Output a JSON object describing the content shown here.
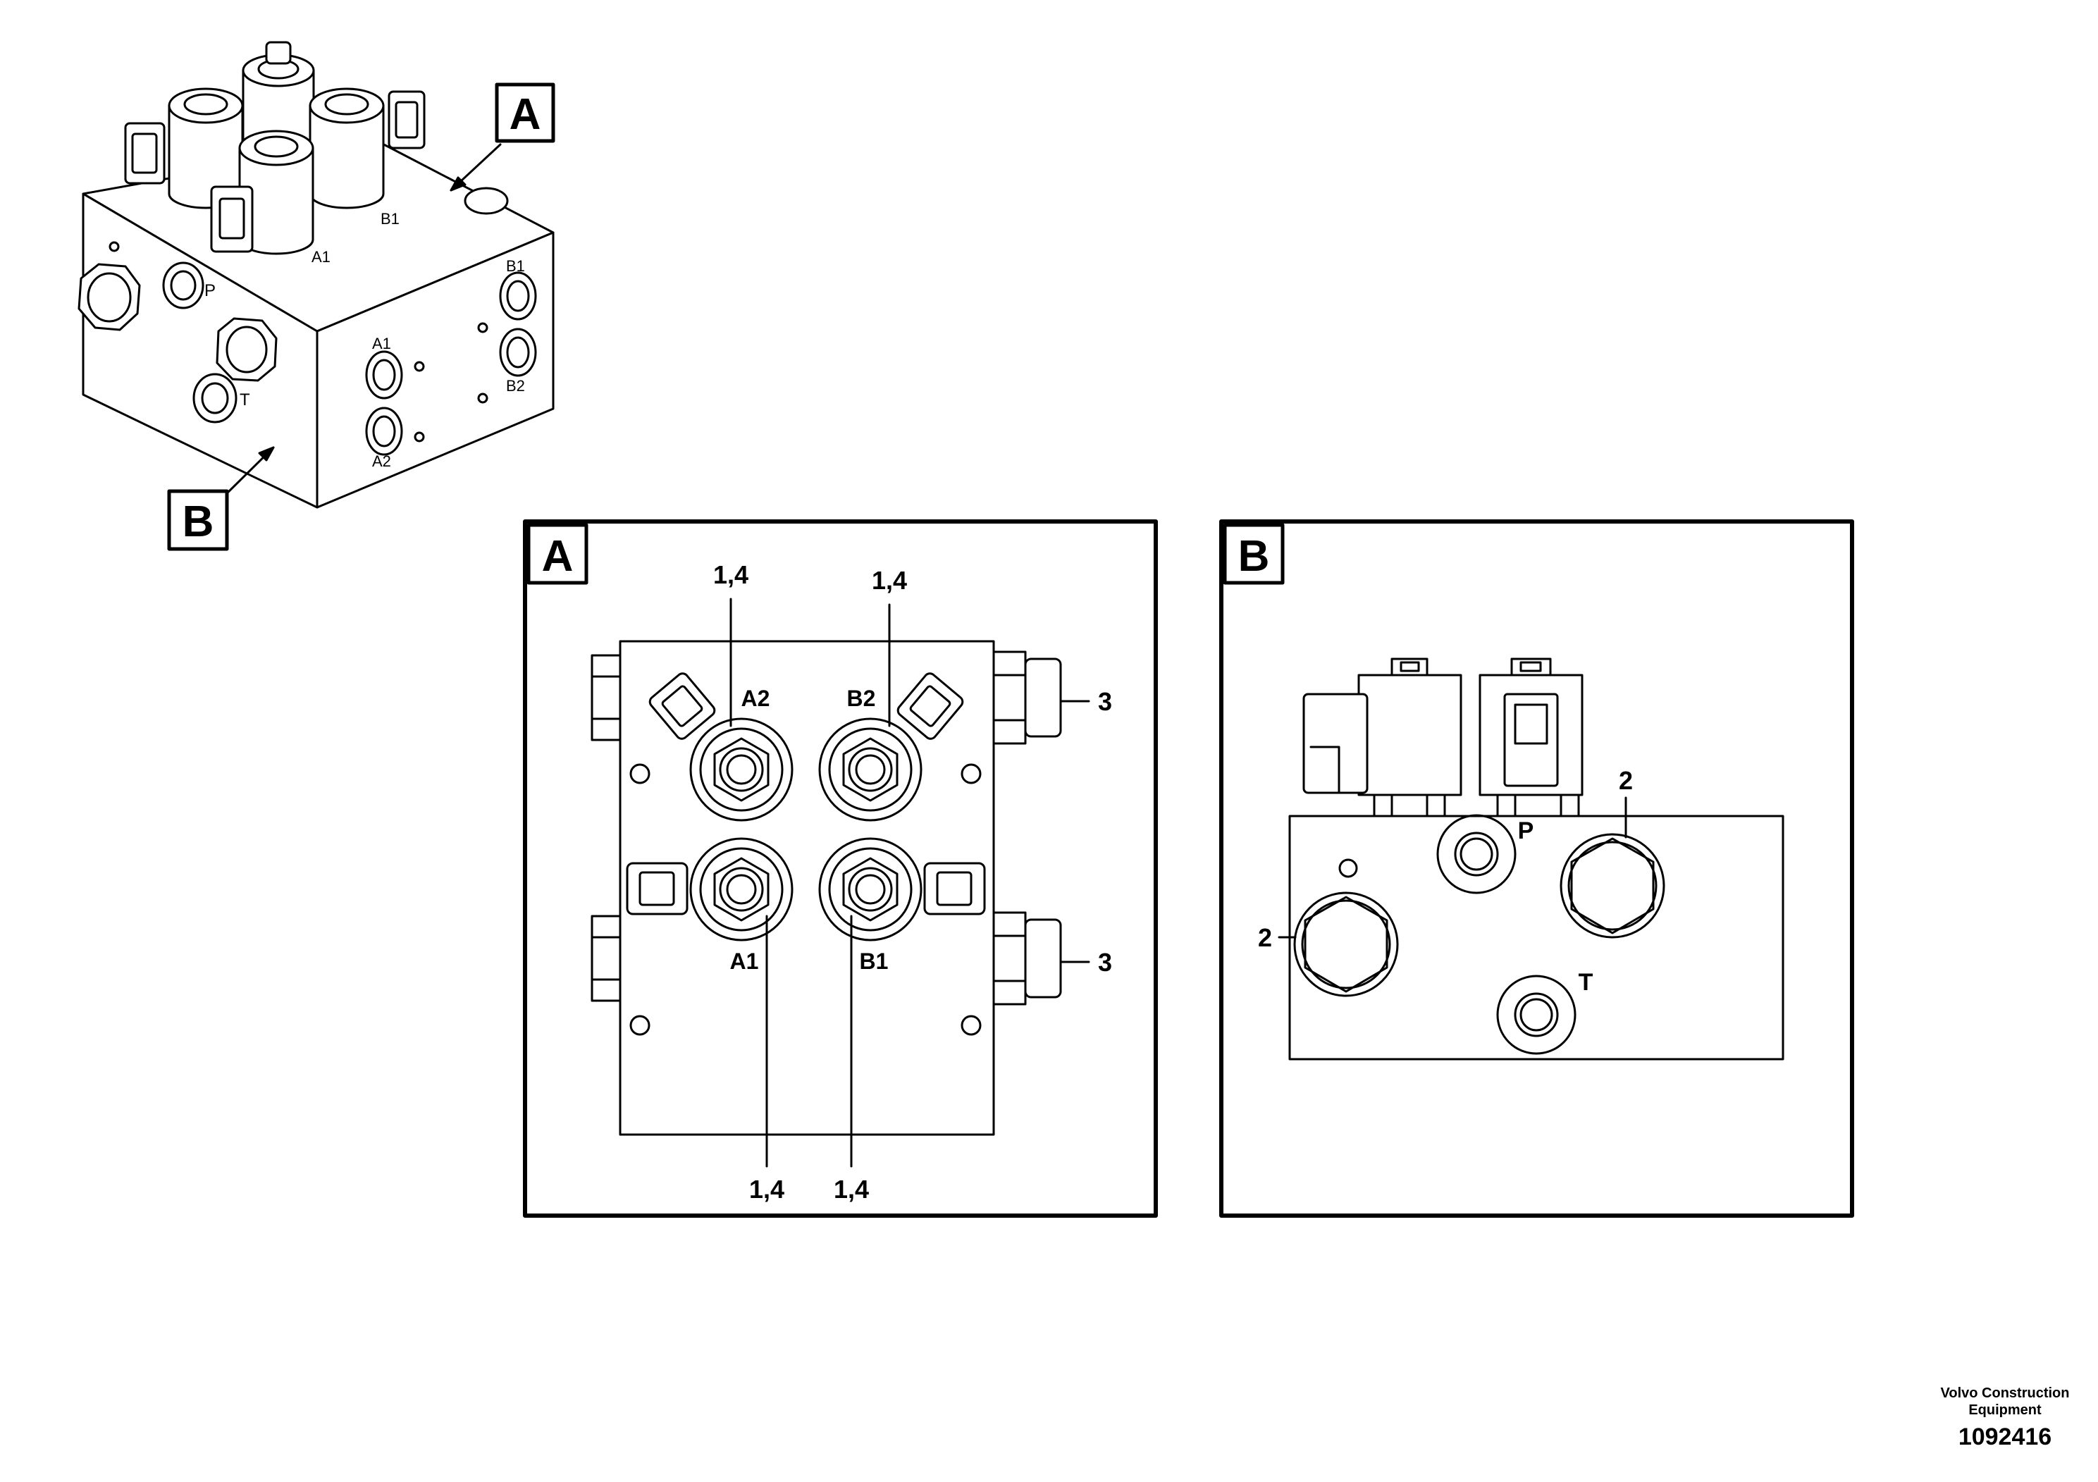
{
  "overview": {
    "callout_a": "A",
    "callout_b": "B",
    "port_labels": {
      "p": "P",
      "t": "T",
      "a1_top": "A1",
      "b1_top": "B1",
      "a1_side": "A1",
      "a2_side": "A2",
      "b1_side": "B1",
      "b2_side": "B2"
    }
  },
  "view_a": {
    "tag": "A",
    "callout_top_left": "1,4",
    "callout_top_right": "1,4",
    "callout_bottom_left": "1,4",
    "callout_bottom_right": "1,4",
    "callout_right_upper": "3",
    "callout_right_lower": "3",
    "port_a2": "A2",
    "port_b2": "B2",
    "port_a1": "A1",
    "port_b1": "B1"
  },
  "view_b": {
    "tag": "B",
    "callout_upper_right": "2",
    "callout_left": "2",
    "port_p": "P",
    "port_t": "T"
  },
  "footer": {
    "maker_line1": "Volvo Construction",
    "maker_line2": "Equipment",
    "image_number": "1092416"
  }
}
